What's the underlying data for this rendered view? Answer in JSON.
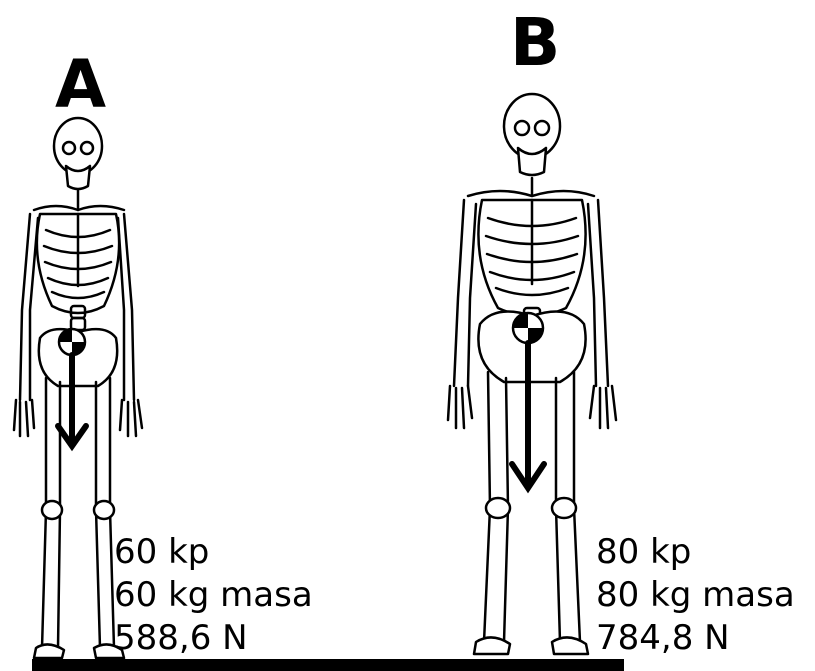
{
  "figures": [
    {
      "letter": "A",
      "weight_kp": "60 kp",
      "mass": "60 kg masa",
      "force": "588,6 N"
    },
    {
      "letter": "B",
      "weight_kp": "80 kp",
      "mass": "80 kg masa",
      "force": "784,8 N"
    }
  ],
  "colors": {
    "line": "#000000",
    "background": "#ffffff"
  }
}
